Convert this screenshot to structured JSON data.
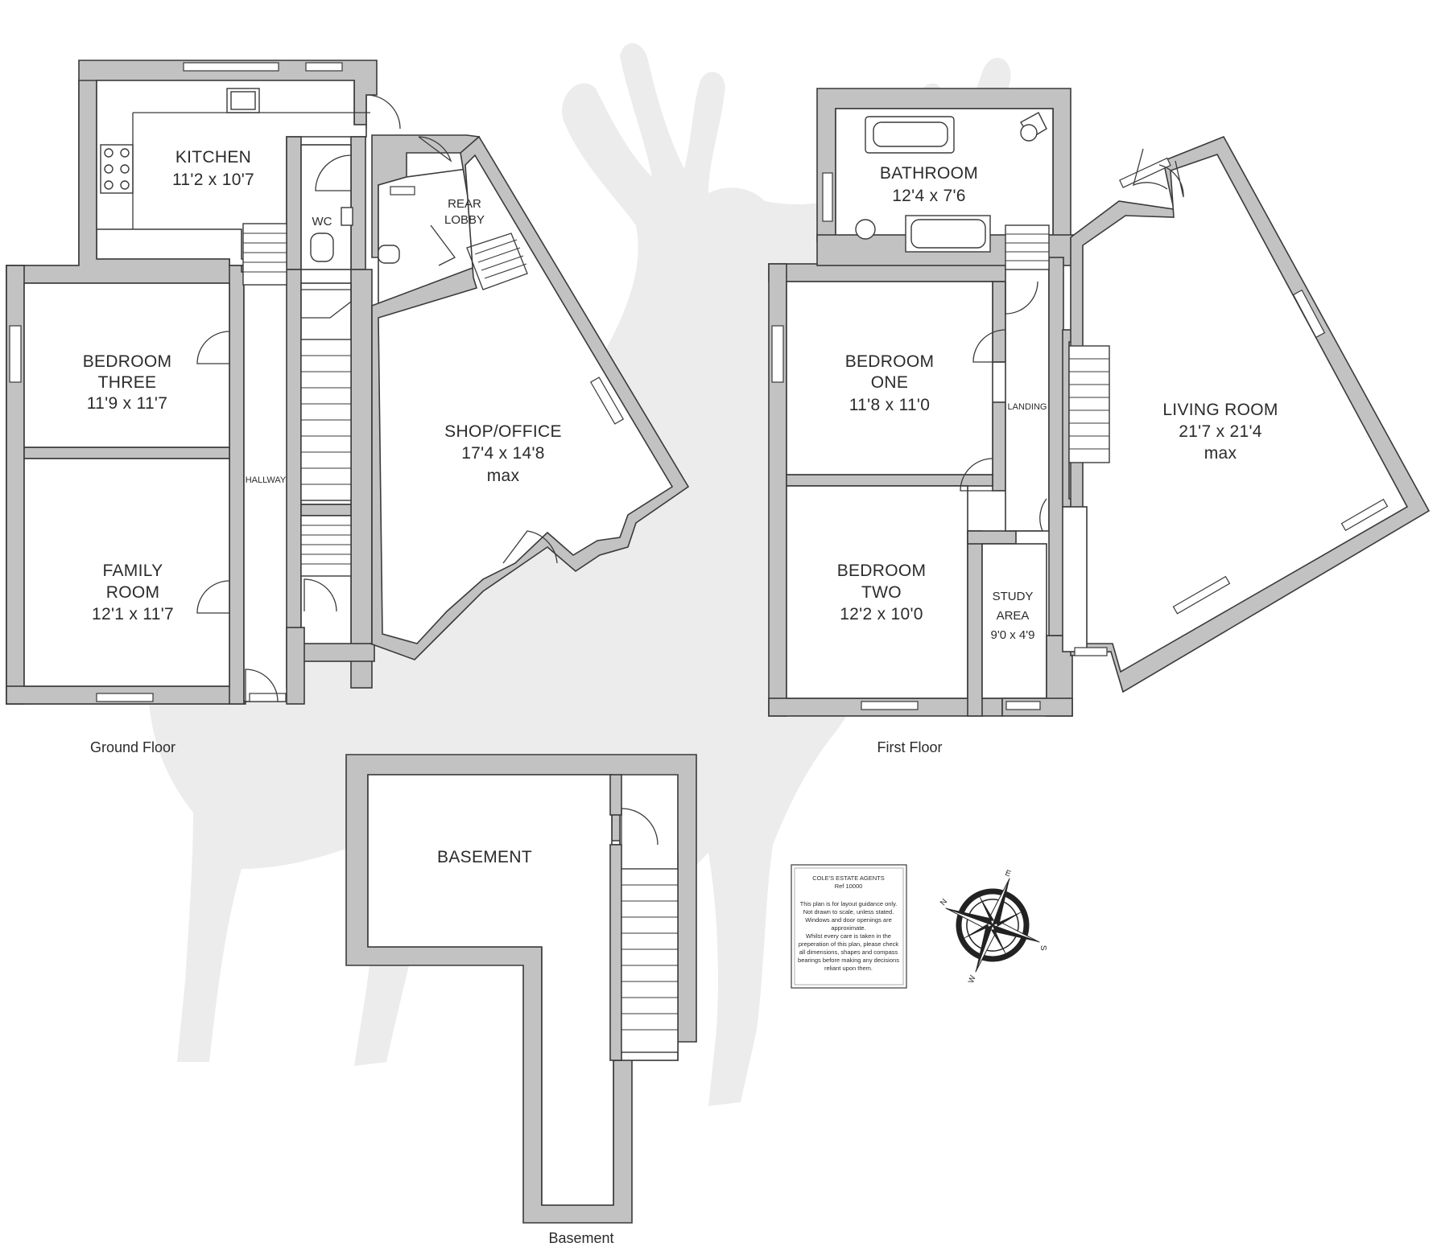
{
  "floors": {
    "ground": "Ground Floor",
    "first": "First Floor",
    "basement": "Basement"
  },
  "rooms": {
    "kitchen": {
      "name": "KITCHEN",
      "dims": "11'2 x 10'7"
    },
    "wc": {
      "name": "WC"
    },
    "rear_lobby": {
      "name1": "REAR",
      "name2": "LOBBY"
    },
    "bedroom_three": {
      "name1": "BEDROOM",
      "name2": "THREE",
      "dims": "11'9 x 11'7"
    },
    "hallway": {
      "name": "HALLWAY"
    },
    "shop_office": {
      "name": "SHOP/OFFICE",
      "dims": "17'4 x 14'8",
      "note": "max"
    },
    "family_room": {
      "name1": "FAMILY",
      "name2": "ROOM",
      "dims": "12'1 x 11'7"
    },
    "bathroom": {
      "name": "BATHROOM",
      "dims": "12'4 x 7'6"
    },
    "bedroom_one": {
      "name1": "BEDROOM",
      "name2": "ONE",
      "dims": "11'8 x 11'0"
    },
    "landing": {
      "name": "LANDING"
    },
    "living_room": {
      "name": "LIVING ROOM",
      "dims": "21'7 x 21'4",
      "note": "max"
    },
    "bedroom_two": {
      "name1": "BEDROOM",
      "name2": "TWO",
      "dims": "12'2 x 10'0"
    },
    "study_area": {
      "name1": "STUDY",
      "name2": "AREA",
      "dims": "9'0 x 4'9"
    },
    "basement": {
      "name": "BASEMENT"
    }
  },
  "disclaimer": {
    "company": "COLE'S ESTATE AGENTS",
    "ref": "Ref 10000",
    "lines": [
      "This plan is for layout guidance only.",
      "Not drawn to scale, unless stated.",
      "Windows and door openings are",
      "approximate.",
      "Whilst every care is taken in the",
      "preperation of this plan, please check",
      "all dimensions, shapes and compass",
      "bearings before making any decisions",
      "reliant upon them."
    ]
  },
  "compass": {
    "n": "N",
    "e": "E",
    "s": "S",
    "w": "W"
  },
  "colors": {
    "wall": "#c2c2c2",
    "line": "#3a3a3a",
    "watermark": "#ececec"
  }
}
